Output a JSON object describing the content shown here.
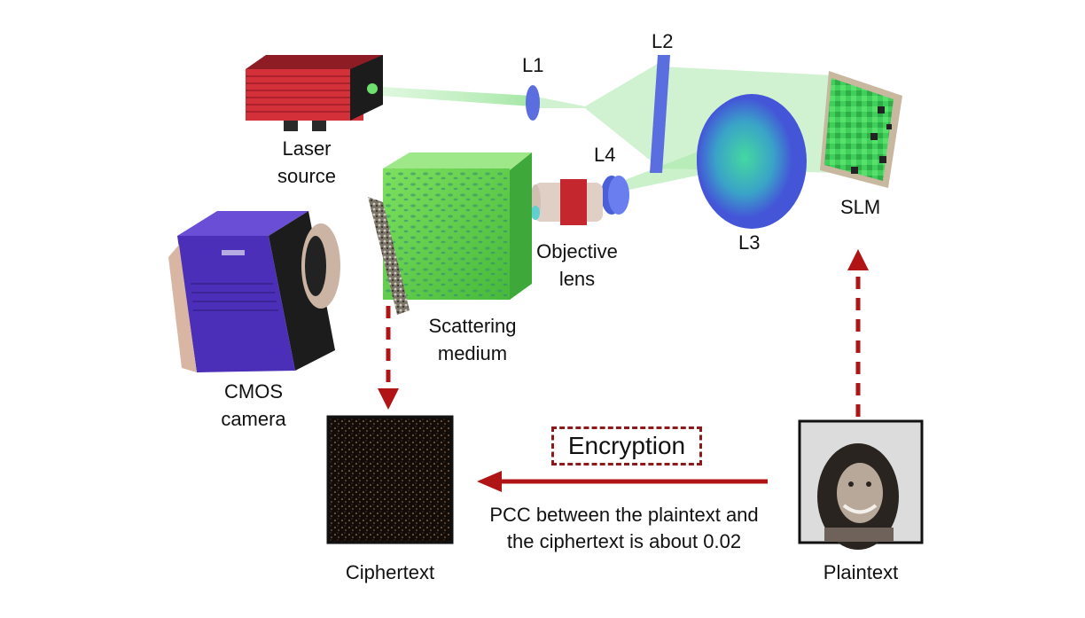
{
  "labels": {
    "laser_line1": "Laser",
    "laser_line2": "source",
    "l1": "L1",
    "l2": "L2",
    "l3": "L3",
    "l4": "L4",
    "slm": "SLM",
    "objective_line1": "Objective",
    "objective_line2": "lens",
    "scattering_line1": "Scattering",
    "scattering_line2": "medium",
    "cmos_line1": "CMOS",
    "cmos_line2": "camera",
    "ciphertext": "Ciphertext",
    "plaintext": "Plaintext",
    "encryption": "Encryption",
    "pcc_line1": "PCC between the plaintext and",
    "pcc_line2": "the ciphertext is about 0.02"
  },
  "colors": {
    "arrow": "#b01414",
    "beam": "#9be39b",
    "laser_body": "#d3303a",
    "camera_body": "#4b2fb8",
    "lens": "#5a6ee0",
    "cube": "#5fcf4a"
  }
}
